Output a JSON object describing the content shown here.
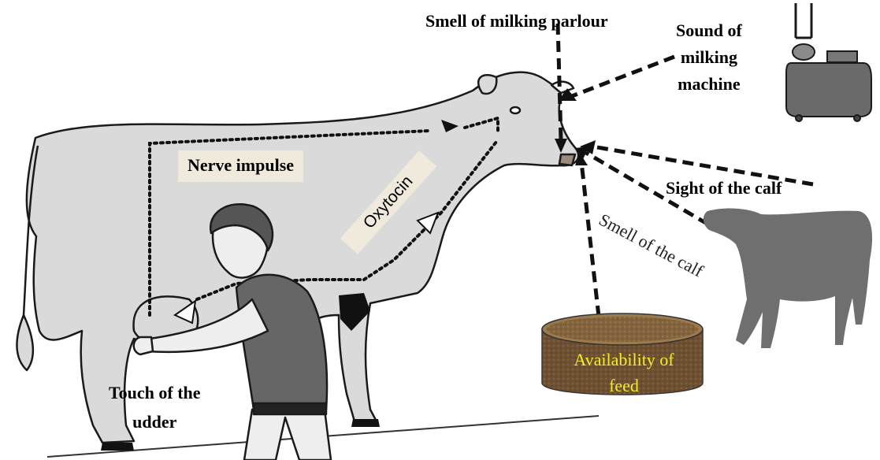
{
  "labels": {
    "smell_parlour": "Smell of milking parlour",
    "sound_line1": "Sound of",
    "sound_line2": "milking",
    "sound_line3": "machine",
    "sight_calf": "Sight of the calf",
    "smell_calf": "Smell of the calf",
    "nerve_impulse": "Nerve impulse",
    "oxytocin": "Oxytocin",
    "touch_line1": "Touch of the",
    "touch_line2": "udder",
    "feed_line1": "Availability of",
    "feed_line2": "feed"
  },
  "colors": {
    "cow_body": "#dadada",
    "outline": "#1a1a1a",
    "label_bg": "#efeadc",
    "machine": "#6a6a6a",
    "calf": "#6f6f6f",
    "feed_top": "#8a6a45",
    "feed_side": "#6b4e30",
    "feed_text": "#f2ef2a",
    "person_shirt": "#666666"
  },
  "icons": [
    "cow-illustration",
    "milking-machine-icon",
    "calf-silhouette",
    "feed-tub",
    "milker-person"
  ]
}
